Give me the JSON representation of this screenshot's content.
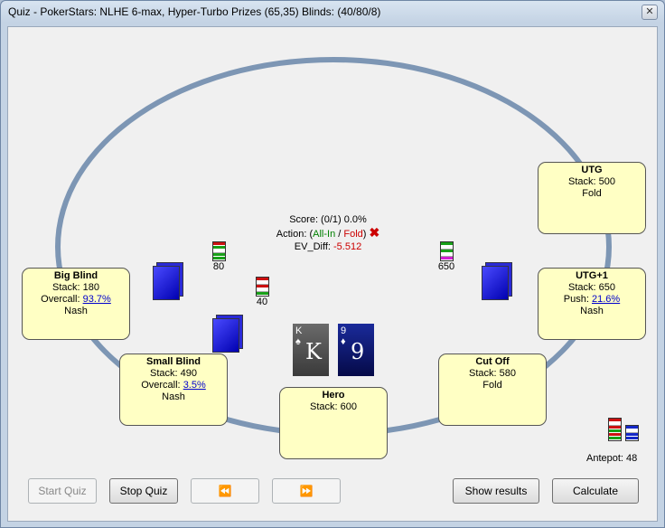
{
  "window": {
    "title": "Quiz - PokerStars: NLHE 6-max, Hyper-Turbo Prizes (65,35) Blinds: (40/80/8)",
    "close_glyph": "✕"
  },
  "seats": {
    "utg": {
      "name": "UTG",
      "line1": "Stack: 500",
      "line2": "Fold"
    },
    "utg1": {
      "name": "UTG+1",
      "line1": "Stack: 650",
      "line2_prefix": "Push: ",
      "line2_link": "21.6%",
      "line3": "Nash"
    },
    "cutoff": {
      "name": "Cut Off",
      "line1": "Stack: 580",
      "line2": "Fold"
    },
    "hero": {
      "name": "Hero",
      "line1": "Stack: 600"
    },
    "small_blind": {
      "name": "Small Blind",
      "line1": "Stack: 490",
      "line2_prefix": "Overcall: ",
      "line2_link": "3.5%",
      "line3": "Nash"
    },
    "big_blind": {
      "name": "Big Blind",
      "line1": "Stack: 180",
      "line2_prefix": "Overcall: ",
      "line2_link": "93.7%",
      "line3": "Nash"
    }
  },
  "info": {
    "score": "Score: (0/1) 0.0%",
    "action_prefix": "Action: (",
    "action_allin": "All-In",
    "action_sep": " / ",
    "action_fold": "Fold",
    "action_suffix": ")",
    "wrong_mark": "✖",
    "ev_label": "EV_Diff: ",
    "ev_value": "-5.512"
  },
  "bets": {
    "big_blind": "80",
    "small_blind": "40",
    "utg1": "650"
  },
  "hero_cards": [
    {
      "rank": "K",
      "suit": "♠"
    },
    {
      "rank": "9",
      "suit": "♦"
    }
  ],
  "antepot": "Antepot: 48",
  "buttons": {
    "start_quiz": "Start Quiz",
    "stop_quiz": "Stop Quiz",
    "prev": "⏪",
    "next": "⏩",
    "show_results": "Show results",
    "calculate": "Calculate"
  },
  "colors": {
    "seat_fill": "#ffffc4",
    "table_ring": "#7d96b4",
    "allin_green": "#008000",
    "fold_red": "#cc0000"
  }
}
